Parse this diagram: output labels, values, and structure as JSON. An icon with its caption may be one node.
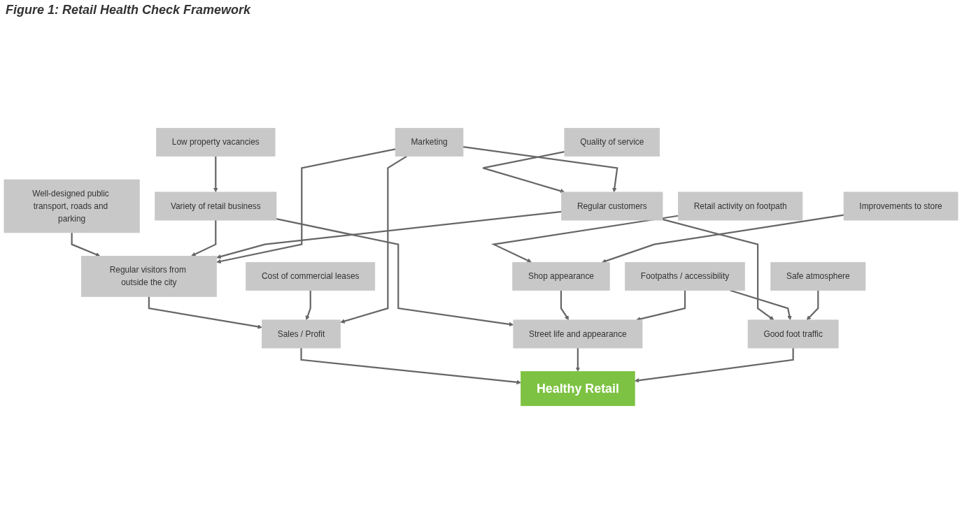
{
  "diagram": {
    "title": "Figure 1: Retail Health Check Framework",
    "nodes": [
      {
        "text": [
          "Low property vacancies"
        ]
      },
      {
        "text": [
          "Well-designed public transport, roads and parking"
        ]
      },
      {
        "text": [
          "Quality of service"
        ]
      },
      {
        "text": [
          "Variety of retail business"
        ]
      },
      {
        "text": [
          "Regular visitors from outside the city"
        ]
      },
      {
        "text": [
          "Regular customers"
        ]
      },
      {
        "text": [
          "Cost of commercial leases"
        ]
      },
      {
        "text": [
          "Sales / Profit"
        ]
      },
      {
        "text": [
          "Marketing"
        ]
      },
      {
        "text": [
          "Healthy Retail"
        ]
      },
      {
        "text": [
          "Street life and appearance"
        ]
      },
      {
        "text": [
          "Good foot traffic"
        ]
      },
      {
        "text": [
          "Shop appearance"
        ]
      },
      {
        "text": [
          "Footpaths / accessibility"
        ]
      },
      {
        "text": [
          "Safe atmosphere"
        ]
      },
      {
        "text": [
          "Retail activity on footpath"
        ]
      },
      {
        "text": [
          "Improvements to store"
        ]
      }
    ],
    "edges": [
      {
        "from": 0,
        "to": 3,
        "arrow": "to"
      },
      {
        "from": 1,
        "to": 4,
        "arrow": "to"
      },
      {
        "from": 2,
        "to": 5,
        "arrow": "to"
      },
      {
        "from": 3,
        "to": 4,
        "arrow": "to"
      },
      {
        "from": 5,
        "to": 4,
        "arrow": "to"
      },
      {
        "from": 3,
        "to": 10,
        "arrow": "to"
      },
      {
        "from": 4,
        "to": 7,
        "arrow": "to"
      },
      {
        "from": 8,
        "to": 4,
        "arrow": "to"
      },
      {
        "from": 8,
        "to": 5,
        "arrow": "to"
      },
      {
        "from": 5,
        "to": 11,
        "arrow": "to"
      },
      {
        "from": 6,
        "to": 7,
        "arrow": "to"
      },
      {
        "from": 8,
        "to": 7,
        "arrow": "to"
      },
      {
        "from": 7,
        "to": 9,
        "arrow": "to"
      },
      {
        "from": 10,
        "to": 9,
        "arrow": "to"
      },
      {
        "from": 11,
        "to": 9,
        "arrow": "to"
      },
      {
        "from": 12,
        "to": 10,
        "arrow": "to"
      },
      {
        "from": 13,
        "to": 10,
        "arrow": "to"
      },
      {
        "from": 13,
        "to": 11,
        "arrow": "to"
      },
      {
        "from": 14,
        "to": 11,
        "arrow": "to"
      },
      {
        "from": 15,
        "to": 12,
        "arrow": "to"
      },
      {
        "from": 16,
        "to": 12,
        "arrow": "to"
      }
    ]
  }
}
